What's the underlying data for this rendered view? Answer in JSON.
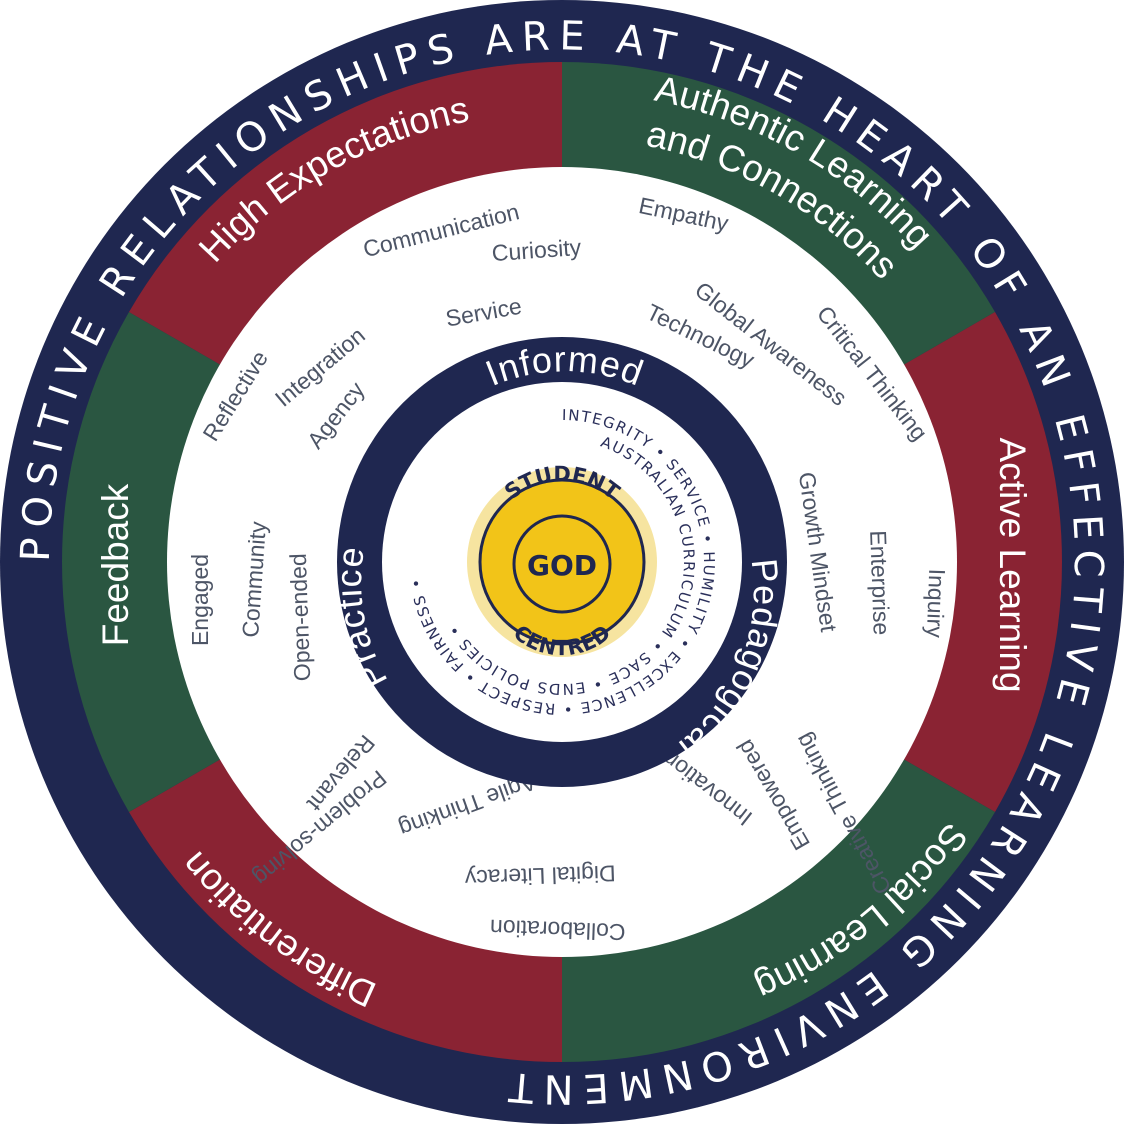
{
  "outer_ring": {
    "text": "POSITIVE RELATIONSHIPS ARE AT THE HEART OF AN EFFECTIVE LEARNING ENVIRONMENT",
    "separator": "•"
  },
  "segments": [
    {
      "label": "Authentic Learning",
      "label2": "and Connections"
    },
    {
      "label": "Active Learning",
      "label2": ""
    },
    {
      "label": "Social Learning",
      "label2": ""
    },
    {
      "label": "Differentiation",
      "label2": ""
    },
    {
      "label": "Feedback",
      "label2": ""
    },
    {
      "label": "High Expectations",
      "label2": ""
    }
  ],
  "words": [
    "Communication",
    "Curiosity",
    "Empathy",
    "Service",
    "Global Awareness",
    "Critical Thinking",
    "Technology",
    "Integration",
    "Reflective",
    "Agency",
    "Growth Mindset",
    "Enterprise",
    "Inquiry",
    "Engaged",
    "Community",
    "Open-ended",
    "Innovation",
    "Empowered",
    "Creative Thinking",
    "Relevant",
    "Problem-solving",
    "Agile Thinking",
    "Digital Literacy",
    "Collaboration"
  ],
  "pedagogy_ring": {
    "top": "Informed",
    "right": "Pedagogical",
    "left": "Practice"
  },
  "values_ring": {
    "text": "INTEGRITY • SERVICE • HUMILITY • EXCELLENCE • RESPECT • FAIRNESS •",
    "inner": "AUSTRALIAN CURRICULUM • SACE • ENDS POLICIES •"
  },
  "core": {
    "top": "STUDENT",
    "bottom": "CENTRED",
    "center": "GOD"
  },
  "colors": {
    "navy": "#1f2750",
    "maroon": "#8a2333",
    "green": "#2a5641",
    "gold": "#f2c418",
    "cream": "#f6e4a0",
    "white": "#ffffff",
    "word": "#4d5566"
  },
  "icons": {
    "separator": "bullet-dot"
  }
}
